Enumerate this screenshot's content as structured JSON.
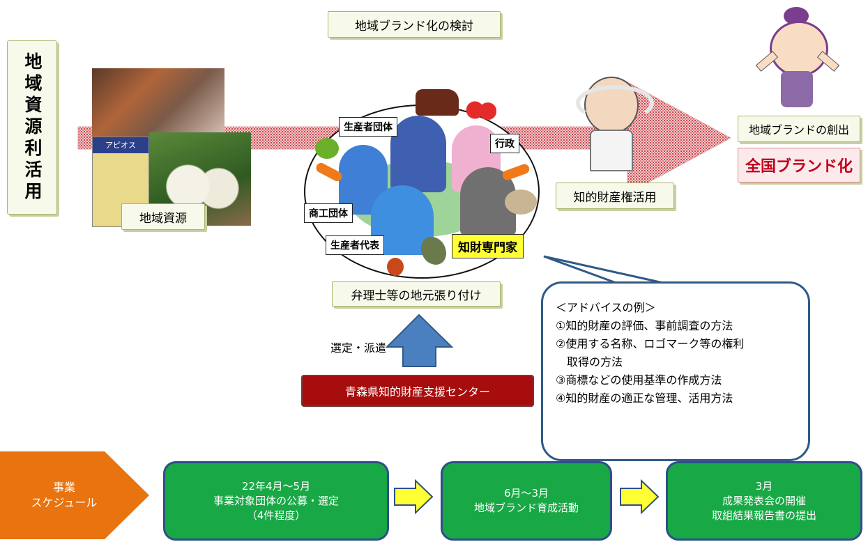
{
  "vertical_title": "地域資源利活用",
  "top_note": "地域ブランド化の検討",
  "local_resources_label": "地域資源",
  "ip_use_label": "知的財産権活用",
  "brand_creation_label": "地域ブランドの創出",
  "national_brand": "全国ブランド化",
  "patent_attorney_label": "弁理士等の地元張り付け",
  "selection_label": "選定・派遣",
  "support_center": "青森県知的財産支援センター",
  "package_text": "アピオス",
  "meeting": {
    "producer_groups": "生産者団体",
    "government": "行政",
    "commerce_groups": "商工団体",
    "producer_rep": "生産者代表",
    "ip_expert": "知財専門家"
  },
  "advice": {
    "title": "＜アドバイスの例＞",
    "lines": [
      "①知的財産の評価、事前調査の方法",
      "②使用する名称、ロゴマーク等の権利",
      "　取得の方法",
      "③商標などの使用基準の作成方法",
      "④知的財産の適正な管理、活用方法"
    ]
  },
  "schedule": {
    "header_line1": "事業",
    "header_line2": "スケジュール",
    "steps": [
      {
        "line1": "22年4月～5月",
        "line2": "事業対象団体の公募・選定",
        "line3": "（4件程度）"
      },
      {
        "line1": "6月～3月",
        "line2": "地域ブランド育成活動",
        "line3": ""
      },
      {
        "line1": "3月",
        "line2": "成果発表会の開催",
        "line3": "取組結果報告書の提出"
      }
    ]
  },
  "colors": {
    "arrow": "#d4777a",
    "support_center": "#a80d0d",
    "schedule_header": "#e8730f",
    "step_fill": "#18a845",
    "step_border": "#2f4e8a",
    "connector_arrow": "#ffff33",
    "up_arrow": "#4a7fc0",
    "national_brand_text": "#c0001a"
  }
}
